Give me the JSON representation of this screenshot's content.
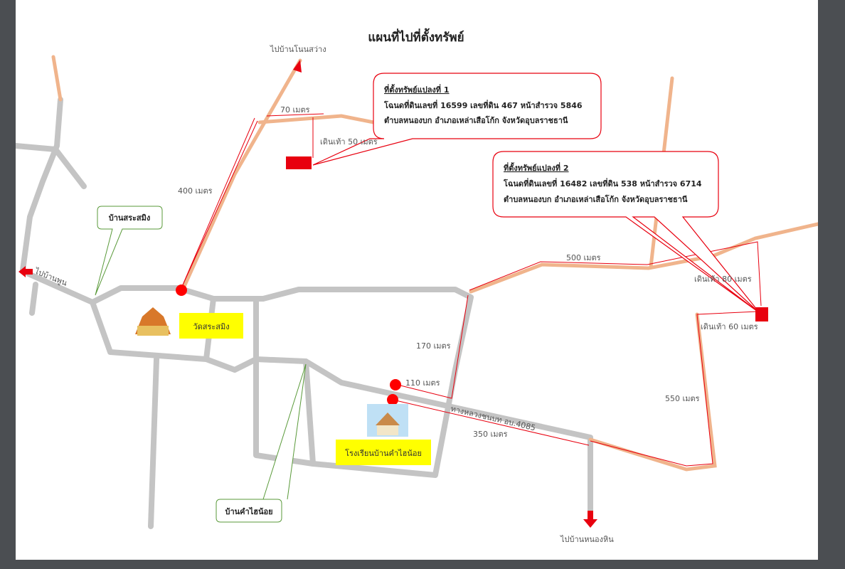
{
  "title": "แผนที่ไปที่ตั้งทรัพย์",
  "directions": {
    "north": "ไปบ้านโนนสว่าง",
    "west": "ไปบ้านพูน",
    "south": "ไปบ้านหนองหิน"
  },
  "parcels": [
    {
      "heading": "ที่ตั้งทรัพย์แปลงที่ 1",
      "line1": "โฉนดที่ดินเลขที่ 16599 เลขที่ดิน 467 หน้าสำรวจ 5846",
      "line2": "ตำบลหนองบก อำเภอเหล่าเสือโก้ก จังหวัดอุบลราชธานี"
    },
    {
      "heading": "ที่ตั้งทรัพย์แปลงที่ 2",
      "line1": "โฉนดที่ดินเลขที่ 16482 เลขที่ดิน 538 หน้าสำรวจ 6714",
      "line2": "ตำบลหนองบก อำเภอเหล่าเสือโก้ก จังหวัดอุบลราชธานี"
    }
  ],
  "places": {
    "village1": "บ้านสระสมิง",
    "temple": "วัดสระสมิง",
    "school": "โรงเรียนบ้านคำไฮน้อย",
    "village2": "บ้านคำไฮน้อย",
    "highway": "ทางหลวงชนบท อบ.4085"
  },
  "distances": {
    "d400": "400 เมตร",
    "d70": "70 เมตร",
    "walk50": "เดินเท้า 50 เมตร",
    "d170": "170 เมตร",
    "d110": "110 เมตร",
    "d350": "350 เมตร",
    "d500": "500 เมตร",
    "walk80": "เดินเท้า 80 เมตร",
    "walk60": "เดินเท้า 60 เมตร",
    "d550": "550 เมตร"
  },
  "colors": {
    "road": "#c4c4c4",
    "dirt_road": "#f0b48c",
    "route": "#e8000f",
    "label_bg": "#ffff00",
    "village_border": "#5a9a3a"
  }
}
